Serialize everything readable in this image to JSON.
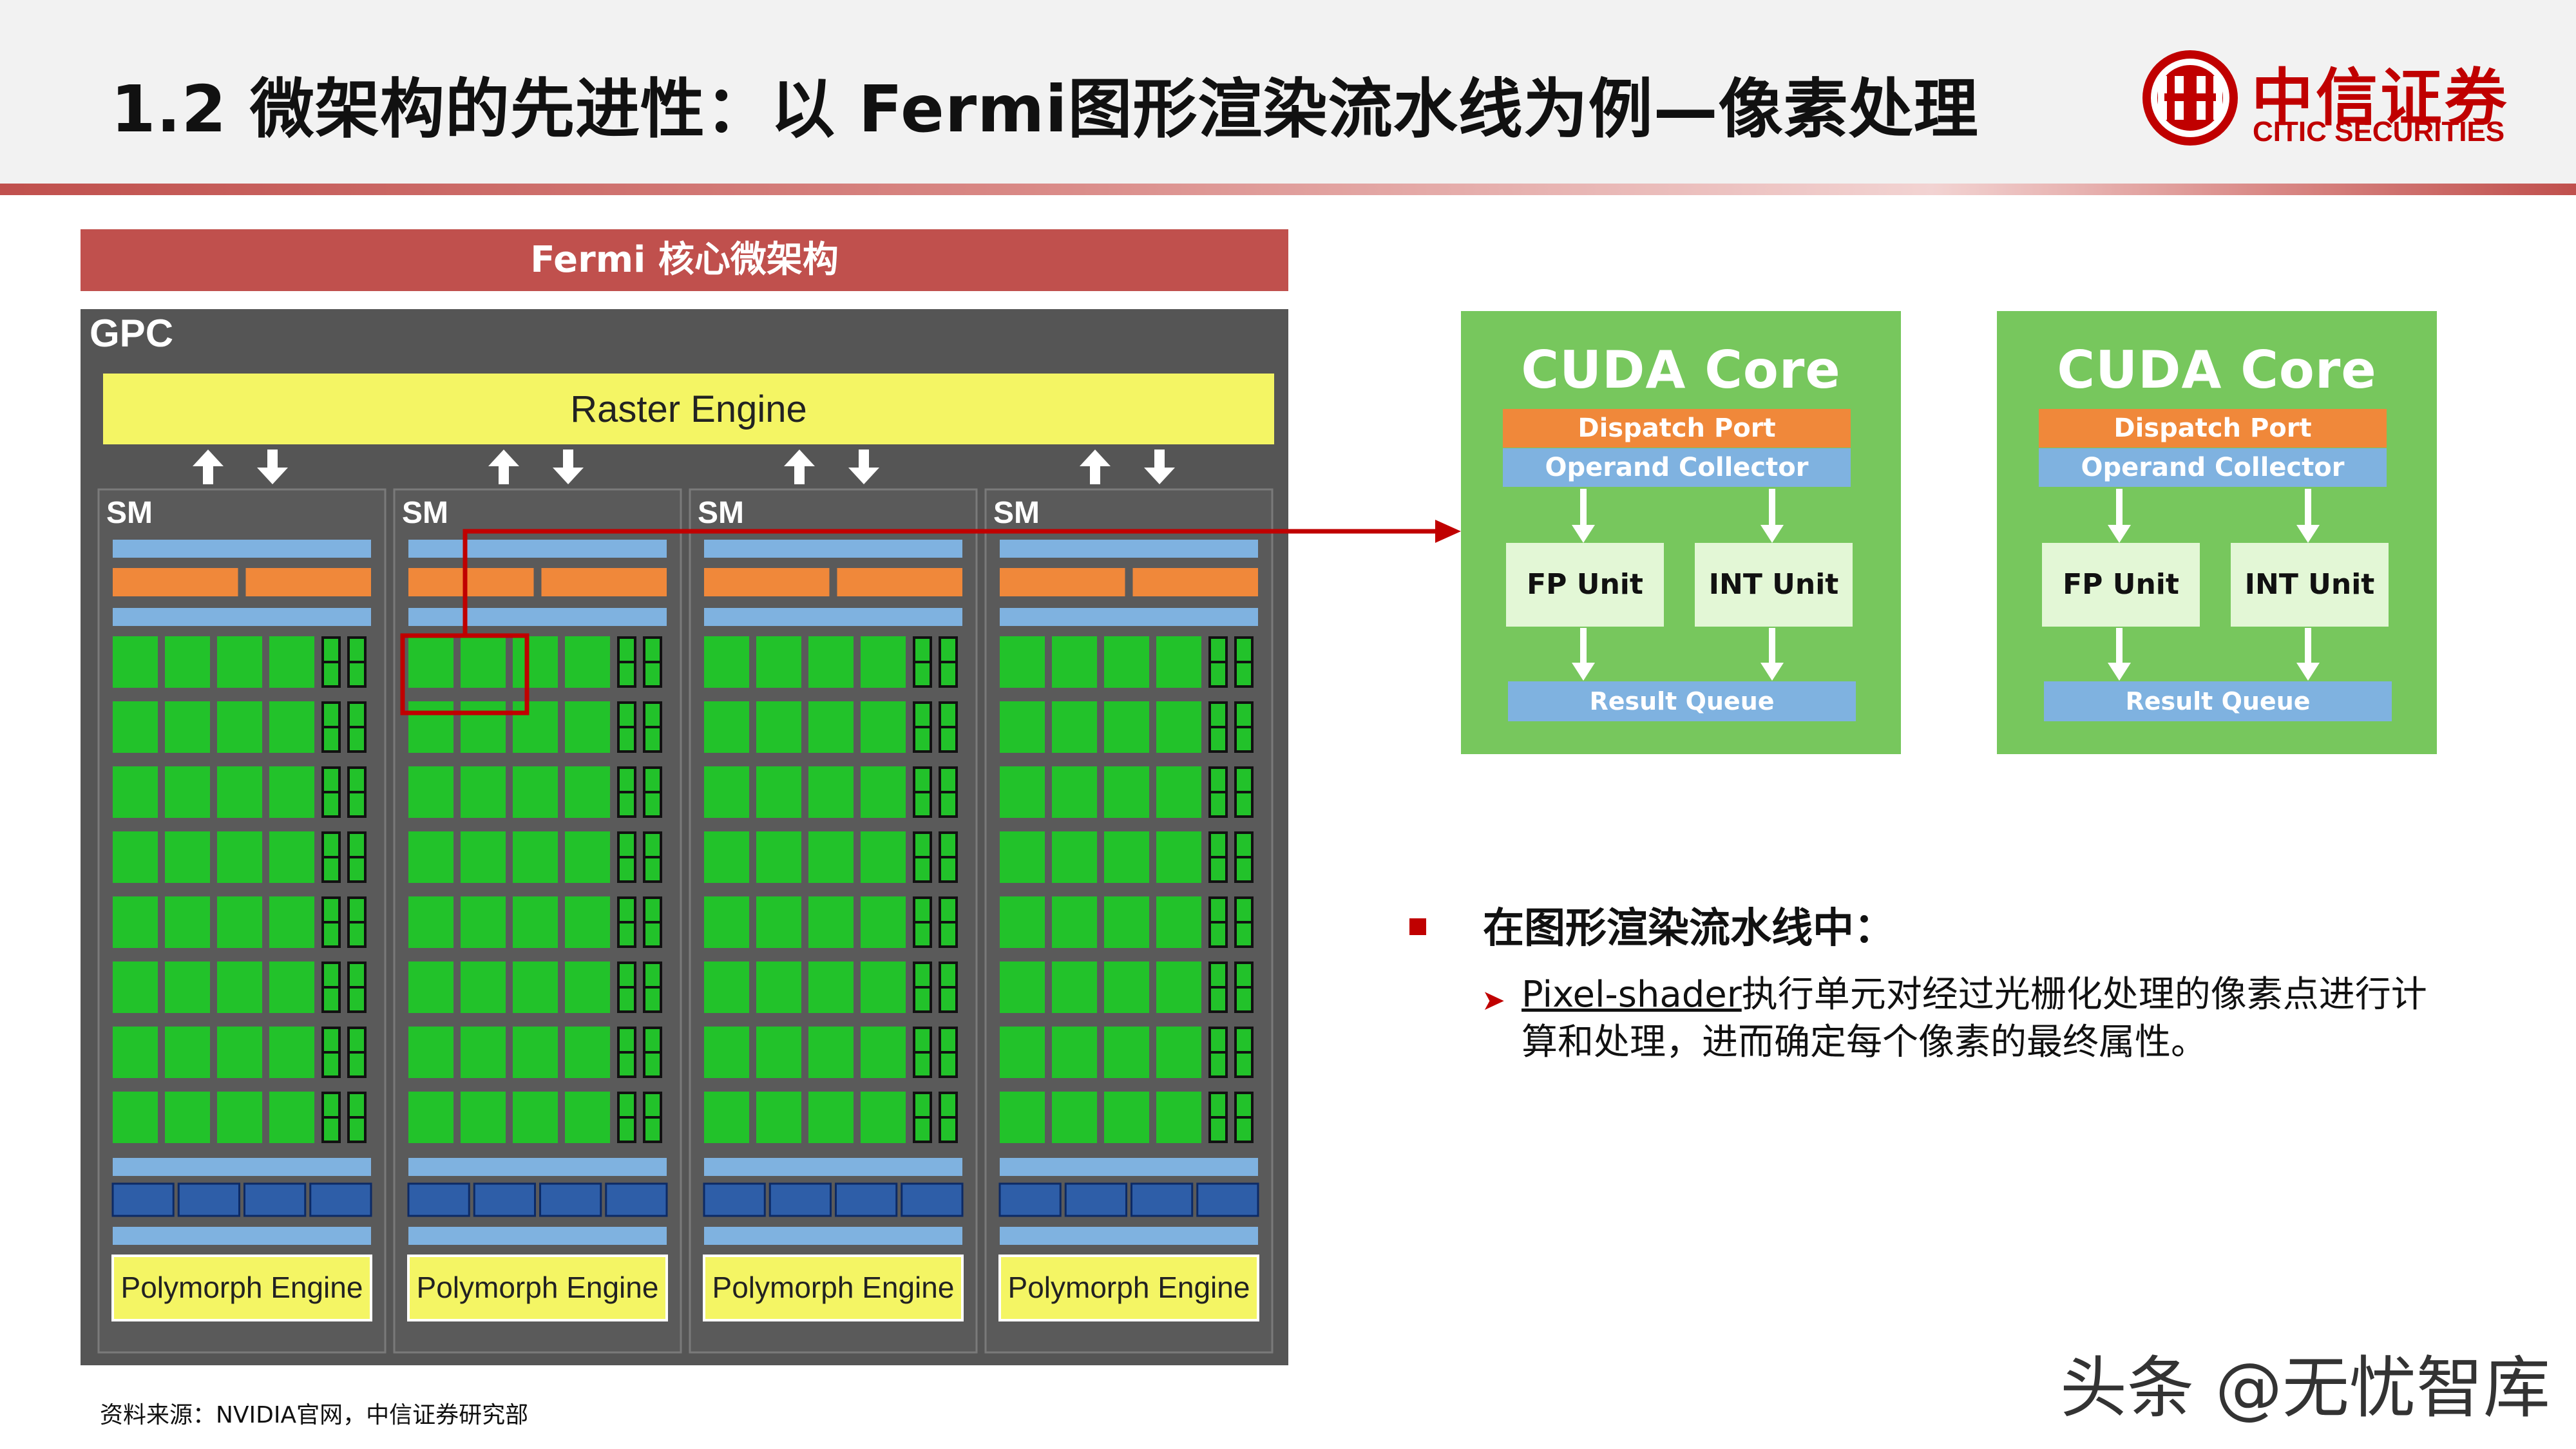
{
  "header": {
    "title": "1.2 微架构的先进性：以 Fermi图形渲染流水线为例—像素处理",
    "logo_cn": "中信证券",
    "logo_en": "CITIC SECURITIES"
  },
  "panel": {
    "title": "Fermi 核心微架构",
    "gpc_label": "GPC",
    "raster_label": "Raster Engine",
    "sm_label": "SM",
    "polymorph_label": "Polymorph Engine",
    "sm_count": 4
  },
  "cuda_cores": [
    {
      "title": "CUDA Core",
      "dispatch": "Dispatch Port",
      "operand": "Operand Collector",
      "fp": "FP Unit",
      "int": "INT Unit",
      "result": "Result Queue"
    },
    {
      "title": "CUDA Core",
      "dispatch": "Dispatch Port",
      "operand": "Operand Collector",
      "fp": "FP Unit",
      "int": "INT Unit",
      "result": "Result Queue"
    }
  ],
  "bullets": {
    "heading": "在图形渲染流水线中：",
    "sub_link": "Pixel-shader",
    "sub_text": "执行单元对经过光栅化处理的像素点进行计算和处理，进而确定每个像素的最终属性。"
  },
  "source": "资料来源：NVIDIA官网，中信证券研究部",
  "watermark": "头条 @无忧智库",
  "colors": {
    "accent_red": "#c0504d",
    "brand_red": "#c00000",
    "cuda_green": "#77c75d",
    "core_green": "#22c22a",
    "raster_yellow": "#f4f564",
    "orange": "#f0883a",
    "light_blue": "#7fb2e0",
    "dark_blue": "#2e5ea8",
    "gray_bg": "#555555"
  }
}
